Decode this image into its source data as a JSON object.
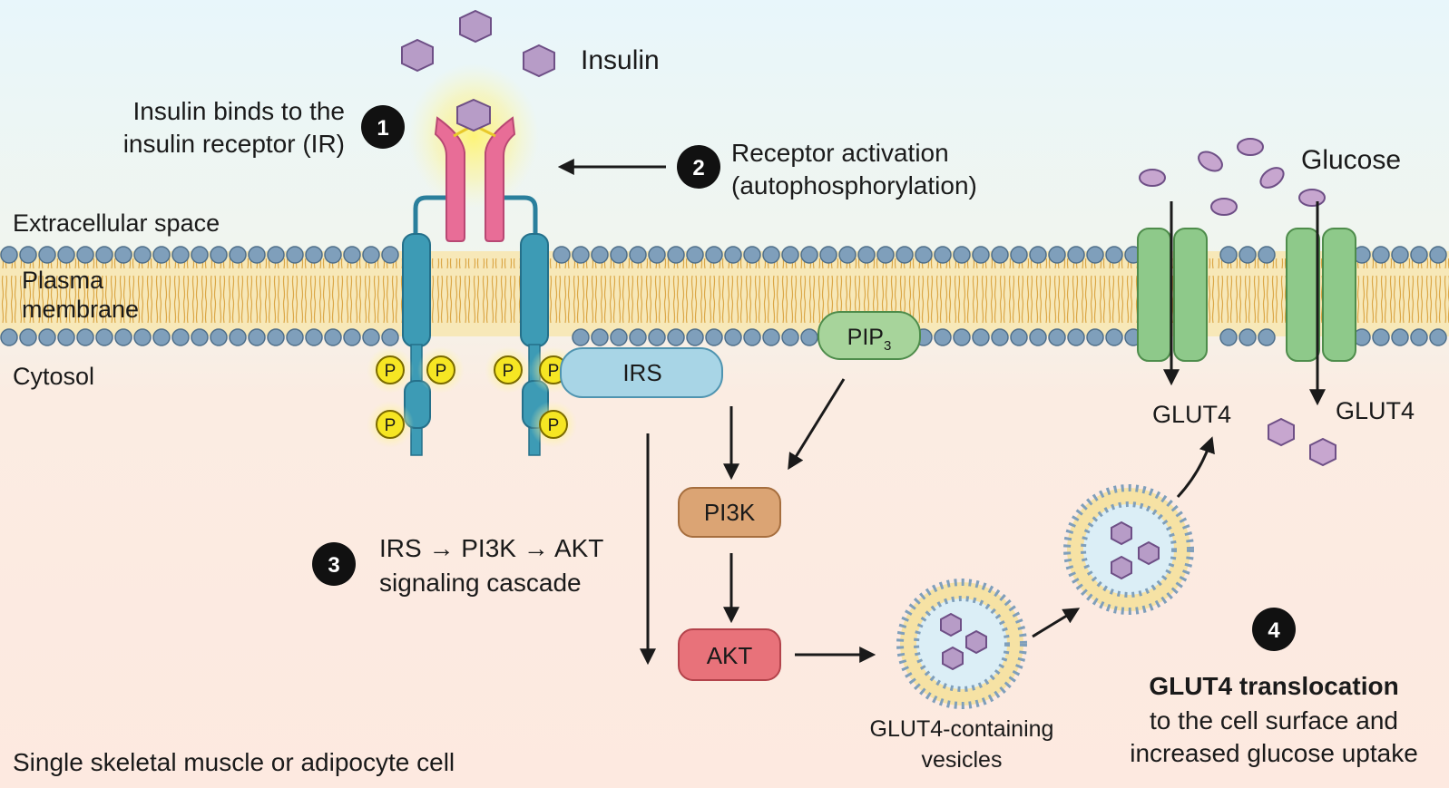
{
  "colors": {
    "extracellular_bg": "#e9f6fb",
    "cytosol_bg": "#fbe8df",
    "lipid_head": "#7f9fbb",
    "lipid_tail": "#d9a441",
    "membrane_band": "#f6e6b4",
    "insulin": "#b79cc7",
    "receptor_alpha": "#e86d97",
    "receptor_beta": "#3d9bb5",
    "phosphate": "#f6e623",
    "irs": "#a8d5e6",
    "pip3": "#a7d49b",
    "pi3k": "#dba474",
    "akt": "#e8727a",
    "glut4": "#8ec98a",
    "glucose": "#c7a6cf",
    "marker": "#111111"
  },
  "labels": {
    "insulin": "Insulin",
    "glucose": "Glucose",
    "extracellular": "Extracellular space",
    "plasma_membrane_line1": "Plasma",
    "plasma_membrane_line2": "membrane",
    "cytosol": "Cytosol",
    "cell_note": "Single skeletal muscle or adipocyte cell",
    "glut4_left": "GLUT4",
    "glut4_right": "GLUT4",
    "vesicles_line1": "GLUT4-containing",
    "vesicles_line2": "vesicles",
    "phosphate": "P"
  },
  "nodes": {
    "irs": "IRS",
    "pip3_main": "PIP",
    "pip3_sub": "3",
    "pi3k": "PI3K",
    "akt": "AKT"
  },
  "steps": [
    {
      "number": "1",
      "line1": "Insulin binds to the",
      "line2": "insulin receptor (IR)"
    },
    {
      "number": "2",
      "line1": "Receptor activation",
      "line2": "(autophosphorylation)"
    },
    {
      "number": "3",
      "line1": "IRS → PI3K → AKT",
      "line2": "signaling cascade"
    },
    {
      "number": "4",
      "line1": "GLUT4 translocation",
      "line2": "to the cell surface and",
      "line3": "increased glucose uptake"
    }
  ]
}
